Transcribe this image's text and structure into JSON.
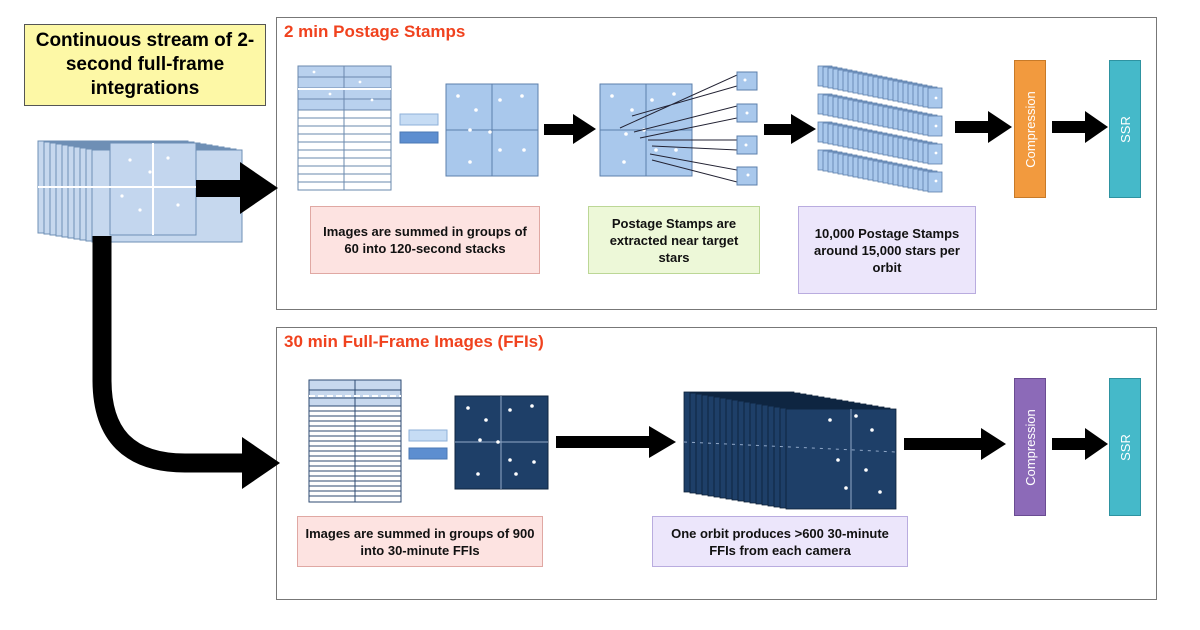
{
  "input": {
    "label": "Continuous stream of 2-second full-frame integrations"
  },
  "top_panel": {
    "title": "2 min Postage Stamps",
    "captions": {
      "summed": "Images are summed in groups of 60 into 120-second stacks",
      "extracted": "Postage Stamps are extracted near target stars",
      "stamps": "10,000 Postage Stamps around 15,000 stars per orbit"
    },
    "compression_label": "Compression",
    "ssr_label": "SSR"
  },
  "bottom_panel": {
    "title": "30 min Full-Frame Images (FFIs)",
    "captions": {
      "summed": "Images are summed in groups of 900 into 30-minute FFIs",
      "orbit": "One orbit produces >600 30-minute FFIs from each camera"
    },
    "compression_label": "Compression",
    "ssr_label": "SSR"
  },
  "colors": {
    "light_frame": "#a9c8ec",
    "dark_frame": "#1e3f68",
    "title_red": "#f0421e",
    "compression_top": "#f29a3e",
    "compression_bottom": "#8c6ab8",
    "ssr": "#45b9c9"
  }
}
